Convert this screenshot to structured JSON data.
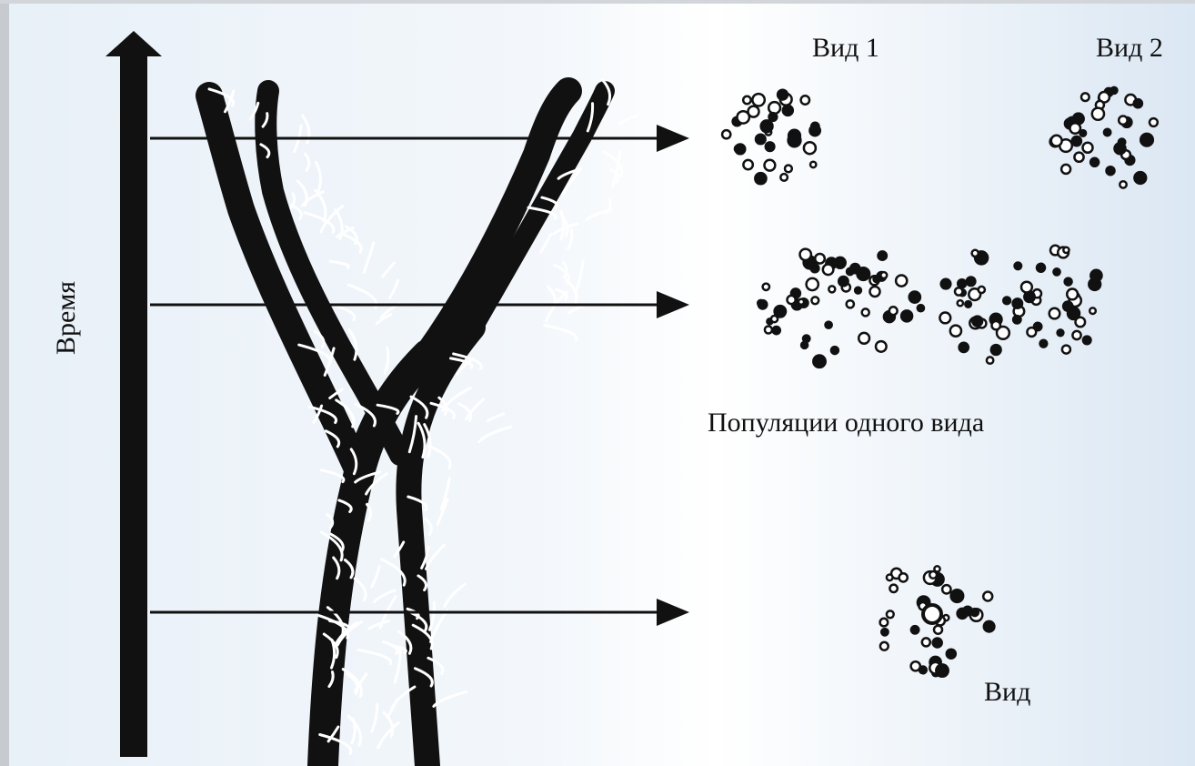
{
  "labels": {
    "time": "Время",
    "species_1": "Вид 1",
    "species_2": "Вид 2",
    "populations": "Популяции одного вида",
    "species": "Вид"
  },
  "colors": {
    "ink": "#111111",
    "background_left": "#e8f0f8",
    "background_right": "#dbe7f3"
  }
}
